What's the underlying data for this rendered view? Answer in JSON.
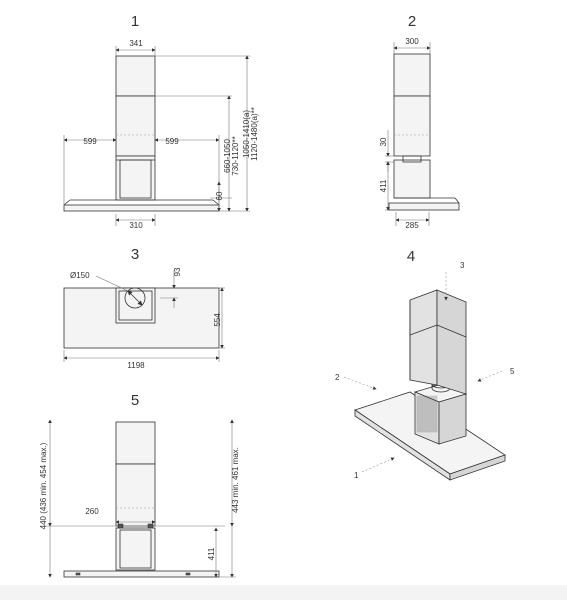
{
  "figures": {
    "f1": {
      "number": "1",
      "dims": {
        "width_top": "341",
        "left_off": "599",
        "right_off": "599",
        "width_bottom": "310",
        "h60": "60",
        "h1": "660-1050",
        "h2": "730-1120**",
        "h3": "1050-1410(a)",
        "h4": "1120-1480(a)**"
      }
    },
    "f2": {
      "number": "2",
      "dims": {
        "width_top": "300",
        "d30": "30",
        "d411": "411",
        "width_bottom": "285"
      }
    },
    "f3": {
      "number": "3",
      "dims": {
        "dia": "Ø150",
        "d93": "93",
        "d554": "554",
        "d1198": "1198"
      }
    },
    "f4": {
      "number": "4",
      "callouts": {
        "c1": "1",
        "c2": "2",
        "c3": "3",
        "c5": "5"
      }
    },
    "f5": {
      "number": "5",
      "dims": {
        "left_v": "440 (436 min. 454 max.)",
        "right_v": "443 min. 461 max.",
        "d260": "260",
        "d411": "411"
      }
    }
  }
}
